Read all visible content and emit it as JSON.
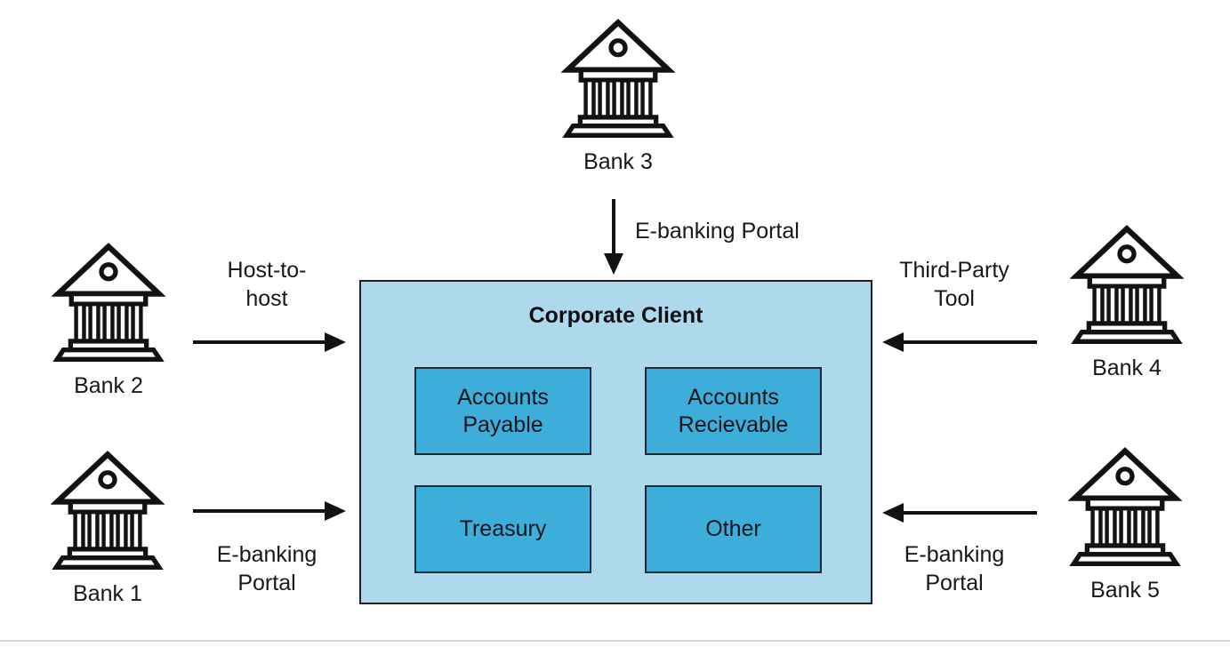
{
  "page": {
    "background": "#ffffff",
    "divider_color": "#d8d8d8"
  },
  "corporate_box": {
    "title": "Corporate Client",
    "fill": "#aed9ec",
    "border_color": "#202020",
    "module_fill": "#3dadda",
    "modules": [
      {
        "id": "accounts-payable",
        "label": "Accounts Payable"
      },
      {
        "id": "accounts-receivable",
        "label": "Accounts Recievable"
      },
      {
        "id": "treasury",
        "label": "Treasury"
      },
      {
        "id": "other",
        "label": "Other"
      }
    ]
  },
  "banks": [
    {
      "id": "bank1",
      "label": "Bank 1"
    },
    {
      "id": "bank2",
      "label": "Bank 2"
    },
    {
      "id": "bank3",
      "label": "Bank 3"
    },
    {
      "id": "bank4",
      "label": "Bank 4"
    },
    {
      "id": "bank5",
      "label": "Bank 5"
    }
  ],
  "connections": [
    {
      "from": "Bank 3",
      "to": "Corporate Client",
      "direction": "down",
      "label_lines": [
        "E-banking Portal"
      ]
    },
    {
      "from": "Bank 2",
      "to": "Corporate Client",
      "direction": "right",
      "label_lines": [
        "Host-to-",
        "host"
      ]
    },
    {
      "from": "Bank 1",
      "to": "Corporate Client",
      "direction": "right",
      "label_lines": [
        "E-banking",
        "Portal"
      ]
    },
    {
      "from": "Bank 4",
      "to": "Corporate Client",
      "direction": "left",
      "label_lines": [
        "Third-Party",
        "Tool"
      ]
    },
    {
      "from": "Bank 5",
      "to": "Corporate Client",
      "direction": "left",
      "label_lines": [
        "E-banking",
        "Portal"
      ]
    }
  ]
}
